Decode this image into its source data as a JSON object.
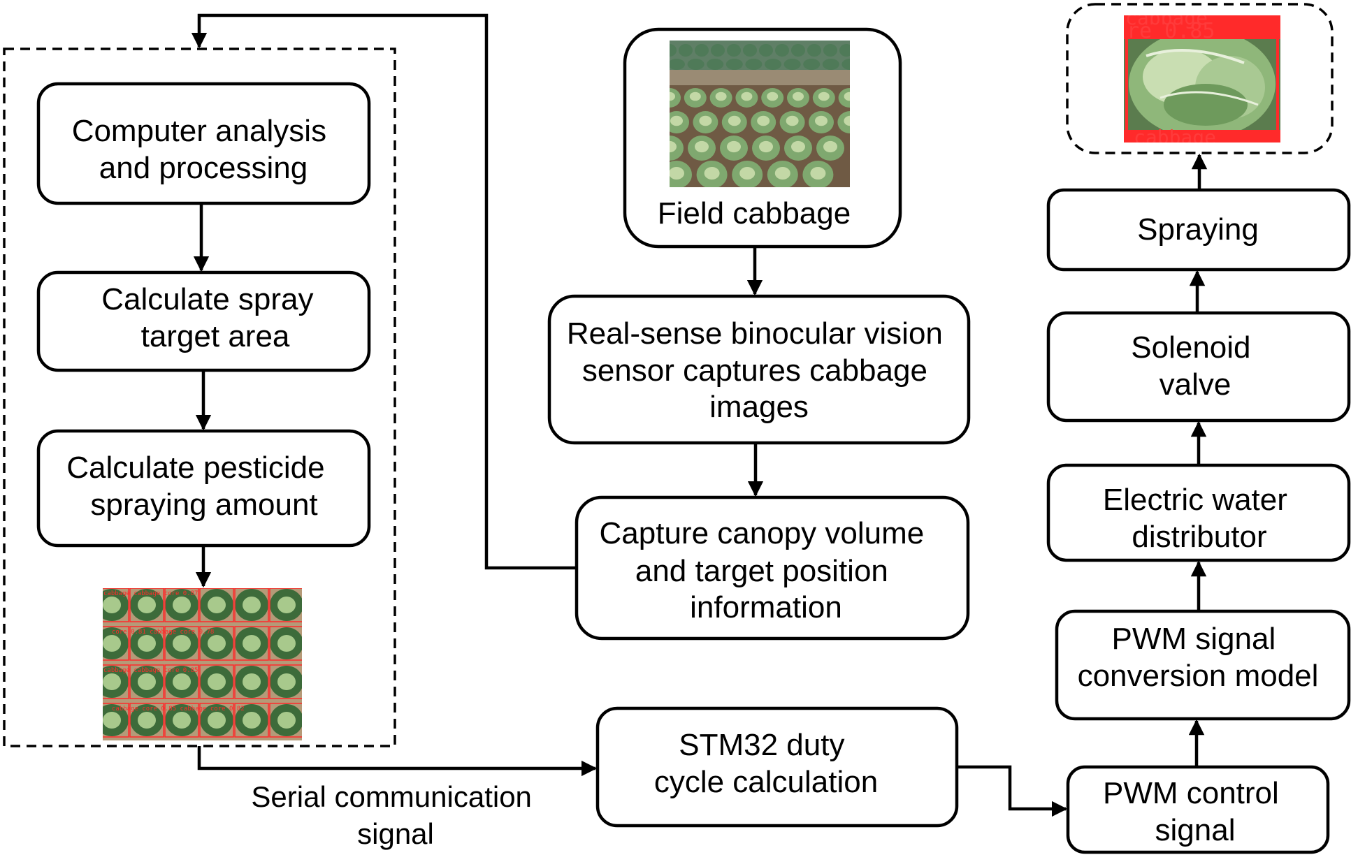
{
  "nodes": {
    "computer_analysis": [
      "Computer analysis",
      "and processing"
    ],
    "calc_spray_area": [
      "Calculate spray",
      "target area"
    ],
    "calc_pesticide": [
      "Calculate pesticide",
      "spraying amount"
    ],
    "field_cabbage": [
      "Field cabbage"
    ],
    "realsense": [
      "Real-sense binocular vision",
      "sensor captures cabbage",
      "images"
    ],
    "capture_canopy": [
      "Capture canopy volume",
      "and target position",
      "information"
    ],
    "stm32": [
      "STM32 duty",
      "cycle calculation"
    ],
    "pwm_control": [
      "PWM control",
      "signal"
    ],
    "pwm_model": [
      "PWM signal",
      "conversion model"
    ],
    "water_distributor": [
      "Electric water",
      "distributor"
    ],
    "solenoid": [
      "Solenoid",
      "valve"
    ],
    "spraying": [
      "Spraying"
    ]
  },
  "labels": {
    "serial": [
      "Serial communication",
      "signal"
    ]
  },
  "detection_tags": {
    "single_top": "cabbage",
    "single_score": "re 0.85",
    "single_bottom": "cabbage",
    "grid": [
      "cabbage",
      "cabbage core 0.87",
      "core 0.81",
      "cabbage core 0.78",
      "cabbage",
      "cabbage core 0.85",
      "cabbage core 0.85",
      "cabbage core 0.82",
      "cabbage core 0.82"
    ]
  },
  "colors": {
    "line": "#000000",
    "detection_box": "#ff2a2a",
    "leaf_light": "#8fb77a",
    "leaf_dark": "#3d6b3a",
    "soil": "#b59a78"
  }
}
